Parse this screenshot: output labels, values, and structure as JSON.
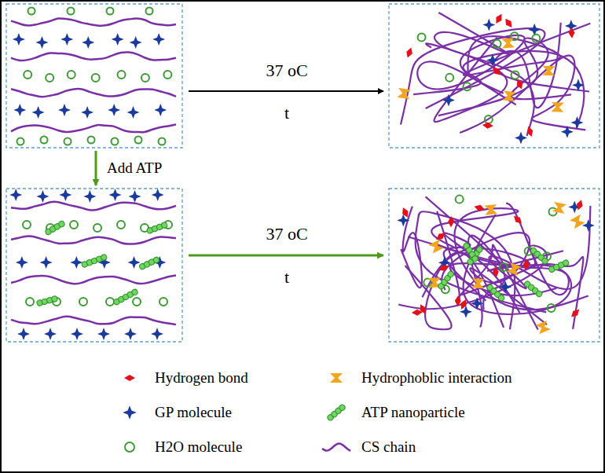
{
  "diagram": {
    "labels": [
      "37 oC",
      "t",
      "Add ATP",
      "37 oC",
      "t"
    ],
    "legend": [
      {
        "text": "Hydrogen bond"
      },
      {
        "text": "Hydrophoblic interaction"
      },
      {
        "text": "GP molecule"
      },
      {
        "text": "ATP nanoparticle"
      },
      {
        "text": "H2O molecule"
      },
      {
        "text": "CS chain"
      }
    ]
  }
}
